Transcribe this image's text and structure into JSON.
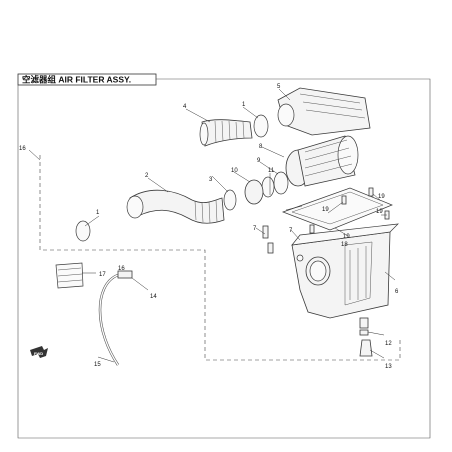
{
  "title": "空滤器组 AIR FILTER ASSY.",
  "forward_label": "FWD",
  "callouts": [
    "1",
    "1",
    "2",
    "3",
    "4",
    "5",
    "6",
    "7",
    "7",
    "8",
    "9",
    "10",
    "11",
    "12",
    "13",
    "14",
    "15",
    "16",
    "16",
    "17",
    "18",
    "19",
    "19",
    "19",
    "19"
  ]
}
